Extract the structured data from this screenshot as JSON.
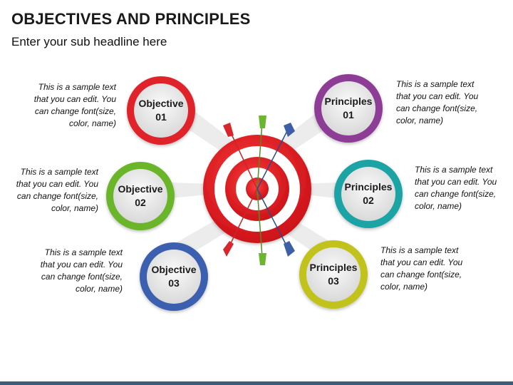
{
  "title": "OBJECTIVES AND PRINCIPLES",
  "subtitle": "Enter your sub headline here",
  "nodes": [
    {
      "line1": "Objective",
      "line2": "01",
      "text": "This is a sample text that you can edit. You can change font(size, color, name)",
      "color": "#e0202a"
    },
    {
      "line1": "Objective",
      "line2": "02",
      "text": "This is a sample text that you can edit. You can change font(size, color, name)",
      "color": "#6bb52a"
    },
    {
      "line1": "Objective",
      "line2": "03",
      "text": "This is a sample text that you can edit. You can change font(size, color, name)",
      "color": "#3e5fb0"
    },
    {
      "line1": "Principles",
      "line2": "01",
      "text": "This is a sample text that you can edit. You can change font(size, color, name)",
      "color": "#8e3d97"
    },
    {
      "line1": "Principles",
      "line2": "02",
      "text": "This is a sample text that you can edit. You can change font(size, color, name)",
      "color": "#1fa3a6"
    },
    {
      "line1": "Principles",
      "line2": "03",
      "text": "This is a sample text that you can edit. You can change font(size, color, name)",
      "color": "#c2c21b"
    }
  ],
  "target": {
    "ring_color": "#e2191f",
    "arrow_colors": [
      "#d9252c",
      "#6cb52f",
      "#3e5fa8"
    ]
  }
}
